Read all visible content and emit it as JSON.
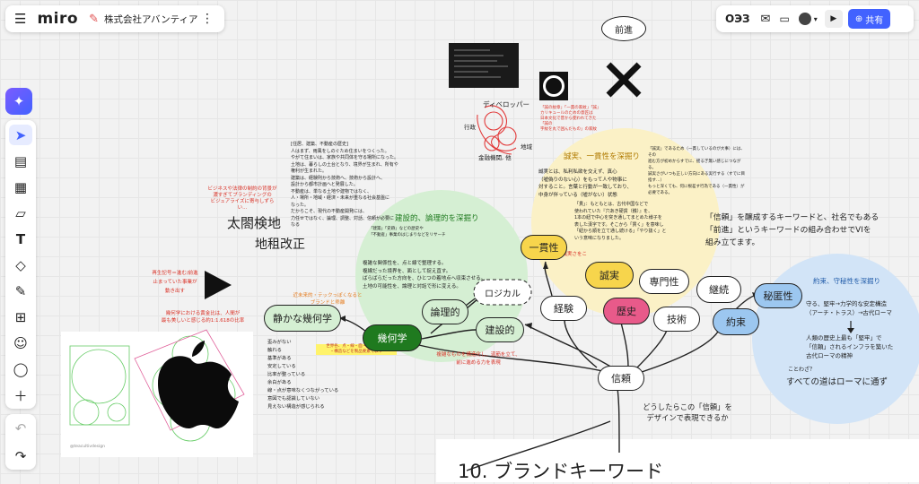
{
  "topbar": {
    "logo": "miro",
    "board_name": "株式会社アバンティア",
    "share_label": "共有",
    "user_badge": "ОЭЗ"
  },
  "icons": {
    "menu": "hamburger-menu-icon",
    "board": "pencil-icon",
    "more": "kebab-menu-icon",
    "chat": "chat-icon",
    "video": "video-icon",
    "present": "play-icon",
    "globe": "globe-icon"
  },
  "toolbar": {
    "ai": "sparkle-ai-icon",
    "select": "cursor-icon",
    "templates": "template-icon",
    "frame_table": "table-icon",
    "sticky": "sticky-note-icon",
    "text": "text-icon",
    "shapes": "shapes-icon",
    "pen": "pen-icon",
    "frame": "frame-icon",
    "reactions": "emoji-icon",
    "comment": "comment-icon",
    "add": "plus-icon",
    "undo": "undo-icon",
    "redo": "redo-icon"
  },
  "board": {
    "zenshin": "前進",
    "cross": "✕",
    "developer": "ディベロッパー",
    "gyoseki": "行政",
    "tochi": "地域",
    "kinyu": "金融機関, 他",
    "taiko": "太閤検地",
    "chiso": "地租改正",
    "red_note_1": "ビジネスや法律の制約の背景が\n濃すぎてブランディングの\nビジュアライズに寄与しずらい...",
    "doc_text": "[住居、建築、不動産の歴史]\n人はまず、雨風をしのぐため住まいをつくった。\nやがて住まいは、家族や共同体を守る場所になった。\n土地は、暮らしの土台となり、境界が生まれ、所有や\n権利が生まれた。\n建築は、経験則から技術へ、技術から設計へ、\n設計から都市計画へと発展した。\n不動産は、単なる土地や建物ではなく、\n人・場所・地域・経済・未来が重なる社会基盤に\nなった。\nだからこそ、現代の不動産開発には、\n力任せではなく、論理、調整、対話、信頼が必要に\nなる",
    "doc_note": "「建築」「史跡」などの歴史や\n「不動産」事業のはじまりなどをリサーチ",
    "keisetsu_title": "建設的、論理的を深掘り",
    "keisetsu_text": "複雑な関係性を、点と線で整理する。\n複線だった境界を、面として捉え直す。\nばらばらだった方向を、ひとつの着地点へ収束させる。\n土地の可能性を、論理と対話で形に変える。",
    "ikkan_title": "誠実、一貫性を深掘り",
    "ikkan_text": "誠実とは、私利私欲を交えず、真心\n（嘘偽りのない心）をもって人や物事に\n対すること。言葉と行動が一致しており、\n中身が伴っている（嘘がない）状態",
    "ikkan_text2": "「貫」：もともとは、古代中国などで\n使われていた『穴あき硬貨（銭）』を、\n1本の紐で中心を突き通してまとめた様子を\n表した漢字です。そこから「貫く」を意味し\n「紐から順を立て通し続ける」「やり抜く」と\nいう意味になりました。",
    "ikkan_side": "「誠実」であるため（一貫しているのが大事）には、その\n進む方が初めからすでに、揺るぎ無い感じにつながる。\n誠実さがいつも正しい方向にある実行する（すでに目指す…）\nもっと深くても、何に根差す行為である（一貫性）が必要である。",
    "icon_desc": "「誠の紋章」「一貫の家紋」「誠」\nカリキュールのための意匠は\n日本文化で昔から使われてきた「誠の\n字紋を丸で囲んだもの」の家紋",
    "brand_q": "「信頼」を醸成するキーワードと、社名でもある\n「前進」というキーワードの組み合わせでVIを\n組み立てます。",
    "yakusoku_title": "約束、守秘性を深掘り",
    "yakusoku_text1": "守る、堅牢→力学的な安定構造\n（アーチ・トラス）→古代ローマ",
    "yakusoku_text2": "人類の歴史上最も「堅牢」で\n「信頼」されるインフラを築いた\n古代ローマの精神",
    "kotowaza_label": "ことわざ？",
    "kotowaza": "すべての道はローマに通ず",
    "shinrai_caption": "どうしたらこの「信頼」を\nデザインで表現できるか",
    "section_title": "10. ブランドキーワード",
    "red_note_2": "再生記号＝進む/前進\n止まっていた事業が\n動き出す",
    "red_note_3": "幾何学における黄金比は、人間が\n最も美しいと感じる約1:1.618の比率",
    "orange_note": "近未来的・テックっぽくなると\nブランドと乖離",
    "yellow_note": "世界各、点・線・面・角度・比率\n・構造などを製品要素で表す",
    "kika_list": "歪みがない\n触れる\n基準がある\n安定している\n比率が整っている\n余白がある\n線・点が意味なくつながっている\n意図でも認識していない\n見えない構造が感じられる",
    "red_note_4": "複雑なものを構造化し、道筋を立て、\n前に進める力を表現",
    "red_note_5": "誠実ー誠実さをこ",
    "apple_caption": "@teacultivdesign",
    "nodes": {
      "ikkansei": "一貫性",
      "seijitsu": "誠実",
      "senmonsei": "専門性",
      "keizoku": "継続",
      "himitsu": "秘匿性",
      "rekishi": "歴史",
      "keiken": "経験",
      "gijutsu": "技術",
      "yakusoku": "約束",
      "shinrai": "信頼",
      "logical": "ロジカル",
      "ronriteki": "論理的",
      "kensetsuteki": "建設的",
      "kikagaku": "幾何学",
      "shizukana": "静かな幾何学"
    }
  }
}
